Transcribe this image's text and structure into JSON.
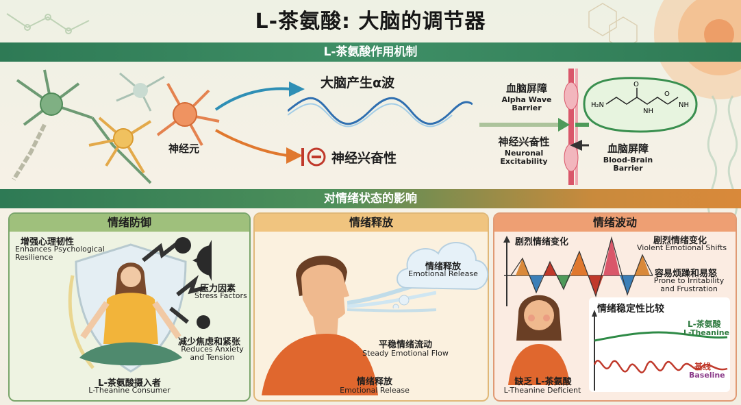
{
  "title": "L-茶氨酸: 大脑的调节器",
  "mechanism": {
    "band": "L-茶氨酸作用机制",
    "neuron_label": "神经元",
    "alpha_wave": "大脑产生α波",
    "excitability": "神经兴奋性",
    "bbb_top_cn": "血脑屏障",
    "bbb_top_en": "Alpha Wave Barrier",
    "excit_cn": "神经兴奋性",
    "excit_en": "Neuronal Excitability",
    "bbb_bottom_cn": "血脑屏障",
    "bbb_bottom_en": "Blood-Brain Barrier",
    "molecule_labels": {
      "h2n": "H₂N",
      "nh": "NH",
      "o1": "O",
      "o2": "O",
      "nh2": "NH"
    }
  },
  "emotion": {
    "band": "对情绪状态的影响",
    "defense": {
      "heading": "情绪防御",
      "resilience_cn": "增强心理韧性",
      "resilience_en": "Enhances Psychological Resilience",
      "stress_cn": "压力因素",
      "stress_en": "Stress Factors",
      "anxiety_cn": "减少焦虑和紧张",
      "anxiety_en": "Reduces Anxiety and Tension",
      "consumer_cn": "L-茶氨酸摄入者",
      "consumer_en": "L-Theanine Consumer"
    },
    "release": {
      "heading": "情绪释放",
      "cloud_cn": "情绪释放",
      "cloud_en": "Emotional Release",
      "flow_cn": "平稳情绪流动",
      "flow_en": "Steady Emotional Flow",
      "bottom_cn": "情绪释放",
      "bottom_en": "Emotional Release"
    },
    "fluctuation": {
      "heading": "情绪波动",
      "violent_cn_left": "剧烈情绪变化",
      "violent_cn": "剧烈情绪变化",
      "violent_en": "Violent Emotional Shifts",
      "irritable_cn": "容易烦躁和易怒",
      "irritable_en": "Prone to Irritability and Frustration",
      "stability_title": "情绪稳定性比较",
      "theanine_cn": "L-茶氨酸",
      "theanine_en": "L-Theanine",
      "baseline_cn": "基线",
      "baseline_en": "Baseline",
      "deficient_cn": "缺乏 L-茶氨酸",
      "deficient_en": "L-Theanine Deficient"
    }
  },
  "colors": {
    "green": "#2e7a55",
    "orange": "#e0782e",
    "blue": "#2f7fb8",
    "red": "#c0392b"
  }
}
